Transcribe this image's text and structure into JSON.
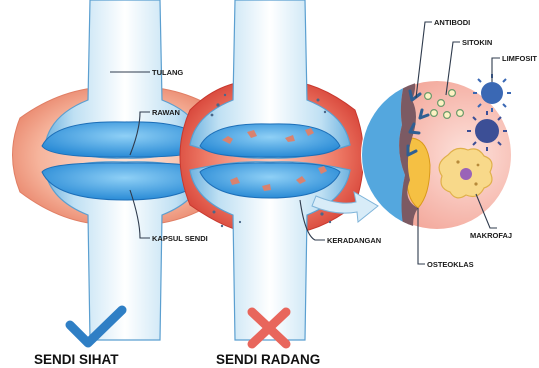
{
  "labels": {
    "tulang": "TULANG",
    "rawan": "RAWAN",
    "kapsul_sendi": "KAPSUL SENDI",
    "keradangan": "KERADANGAN",
    "antibodi": "ANTIBODI",
    "sitokin": "SITOKIN",
    "limfosit": "LIMFOSIT",
    "makrofaj": "MAKROFAJ",
    "osteoklas": "OSTEOKLAS"
  },
  "captions": {
    "healthy": "SENDI SIHAT",
    "inflamed": "SENDI RADANG"
  },
  "icons": {
    "healthy": "check-icon",
    "inflamed": "cross-icon"
  },
  "colors": {
    "bone_blue": "#c9e4f3",
    "bone_edge": "#5b9fd0",
    "cartilage": "#3d9fe0",
    "capsule": "#f4a78e",
    "capsule_inflamed": "#e86a5a",
    "check": "#2f7fc5",
    "cross": "#e8665c",
    "arrow": "#d2e8f5"
  }
}
